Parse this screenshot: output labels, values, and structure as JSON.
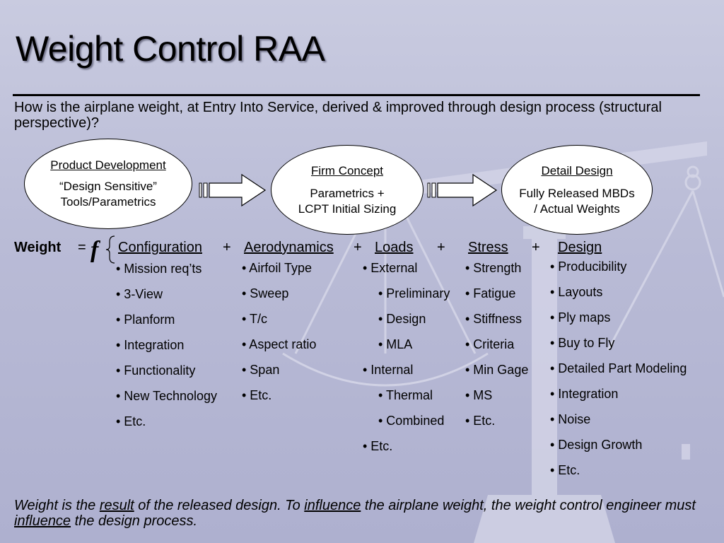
{
  "title": "Weight Control RAA",
  "subtitle": "How is the airplane weight, at Entry Into Service, derived & improved through design process (structural perspective)?",
  "phases": [
    {
      "heading": "Product Development",
      "lines": [
        "“Design Sensitive”",
        "Tools/Parametrics"
      ]
    },
    {
      "heading": "Firm Concept",
      "lines": [
        "Parametrics +",
        "LCPT Initial Sizing"
      ]
    },
    {
      "heading": "Detail Design",
      "lines": [
        "Fully Released MBDs",
        "/ Actual Weights"
      ]
    }
  ],
  "equation": {
    "lhs": "Weight",
    "equals": "=",
    "function_symbol": "f",
    "plus": "+",
    "categories": [
      "Configuration",
      "Aerodynamics",
      "Loads",
      "Stress",
      "Design"
    ]
  },
  "columns": {
    "configuration": [
      "• Mission req’ts",
      "• 3-View",
      "• Planform",
      "• Integration",
      "• Functionality",
      "• New Technology",
      "• Etc."
    ],
    "aerodynamics": [
      "• Airfoil Type",
      "• Sweep",
      "• T/c",
      "• Aspect ratio",
      "• Span",
      "• Etc."
    ],
    "loads": [
      {
        "text": "• External",
        "sub": false
      },
      {
        "text": "• Preliminary",
        "sub": true
      },
      {
        "text": "• Design",
        "sub": true
      },
      {
        "text": "• MLA",
        "sub": true
      },
      {
        "text": "• Internal",
        "sub": false
      },
      {
        "text": "• Thermal",
        "sub": true
      },
      {
        "text": "• Combined",
        "sub": true
      },
      {
        "text": "• Etc.",
        "sub": false
      }
    ],
    "stress": [
      "• Strength",
      "• Fatigue",
      "• Stiffness",
      "• Criteria",
      "• Min Gage",
      "• MS",
      "• Etc."
    ],
    "design": [
      "• Producibility",
      "• Layouts",
      "• Ply maps",
      "• Buy to Fly",
      "• Detailed Part Modeling",
      "• Integration",
      "• Noise",
      "• Design Growth",
      "• Etc."
    ]
  },
  "conclusion": {
    "p1": "Weight is the ",
    "u1": "result",
    "p2": " of the released design. To ",
    "u2": "influence",
    "p3": " the airplane weight, the weight control engineer must ",
    "u3": "influence",
    "p4": " the design process."
  },
  "colors": {
    "background": "#bfc1da",
    "scale_watermark": "#d8d9ea",
    "text": "#000000",
    "oval_fill": "#ffffff"
  },
  "icons": [
    "balance-scale-watermark",
    "right-arrow-icon",
    "brace-icon"
  ]
}
